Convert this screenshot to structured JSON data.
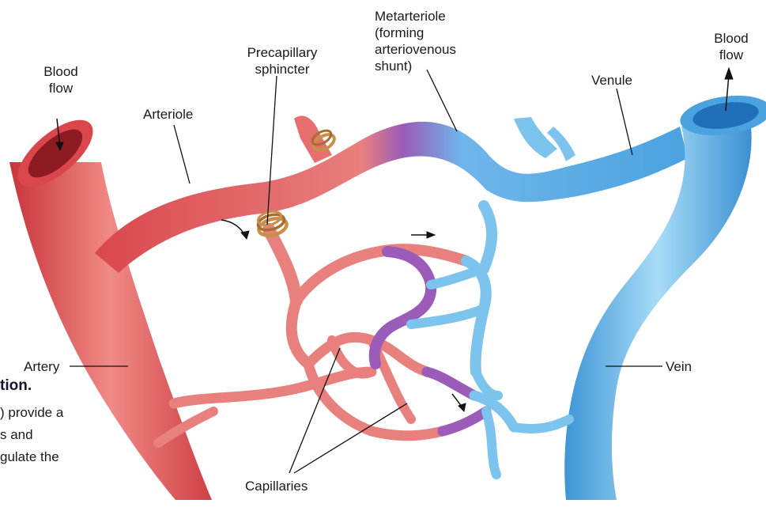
{
  "labels": {
    "blood_flow_left": [
      "Blood",
      "flow"
    ],
    "blood_flow_right": [
      "Blood",
      "flow"
    ],
    "arteriole": "Arteriole",
    "precapillary_sphincter": [
      "Precapillary",
      "sphincter"
    ],
    "metarteriole": [
      "Metarteriole",
      "(forming",
      "arteriovenous",
      "shunt)"
    ],
    "venule": "Venule",
    "artery": "Artery",
    "vein": "Vein",
    "capillaries": "Capillaries"
  },
  "caption_fragments": {
    "line1": "tion.",
    "line2": ") provide a",
    "line3": "s and",
    "line4": "gulate the"
  },
  "colors": {
    "arterial_red": "#e05a5a",
    "arterial_dark": "#a8262c",
    "transition_purple": "#8f5bb5",
    "venous_blue": "#5aaee6",
    "venous_dark": "#2b7cc4",
    "sphincter_gold": "#c8904a"
  }
}
